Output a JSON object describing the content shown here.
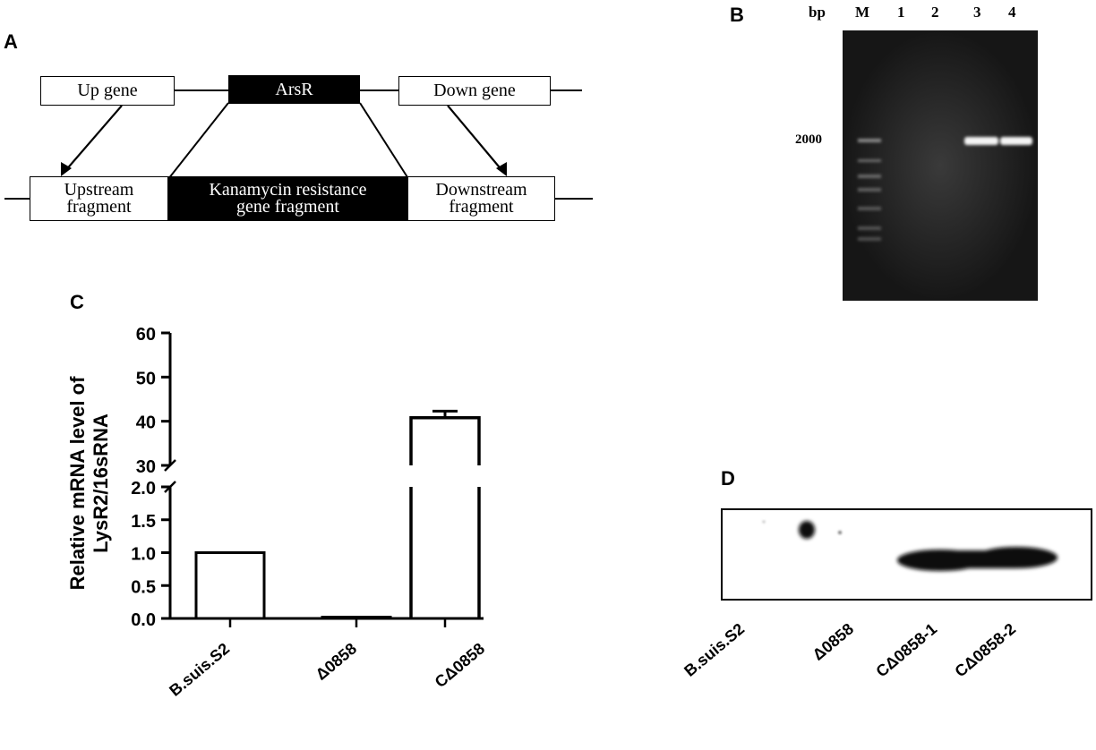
{
  "panels": {
    "a": "A",
    "b": "B",
    "c": "C",
    "d": "D"
  },
  "panel_a": {
    "top_row": [
      "Up gene",
      "ArsR",
      "Down gene"
    ],
    "bottom_row": {
      "upstream": [
        "Upstream",
        "fragment"
      ],
      "kanamycin": [
        "Kanamycin resistance",
        "gene fragment"
      ],
      "downstream": [
        "Downstream",
        "fragment"
      ]
    }
  },
  "panel_b": {
    "bp_label": "bp",
    "lanes": [
      "M",
      "1",
      "2",
      "3",
      "4"
    ],
    "marker_label": "2000"
  },
  "chart_data": {
    "type": "bar",
    "categories": [
      "B.suis.S2",
      "Δ0858",
      "CΔ0858"
    ],
    "values": [
      1.0,
      0.02,
      40.8
    ],
    "errors": [
      0.02,
      0.0,
      1.5
    ],
    "ylabel_lines": [
      "Relative mRNA level of",
      "LysR2/16sRNA"
    ],
    "axis_break": [
      2.0,
      30
    ],
    "lower_ticks": [
      "0.0",
      "0.5",
      "1.0",
      "1.5",
      "2.0"
    ],
    "upper_ticks": [
      "30",
      "40",
      "50",
      "60"
    ],
    "lower_range": [
      0,
      2.0
    ],
    "upper_range": [
      30,
      60
    ],
    "bar_color": "#ffffff",
    "edge_color": "#000000"
  },
  "panel_d": {
    "labels": [
      "B.suis.S2",
      "Δ0858",
      "CΔ0858-1",
      "CΔ0858-2"
    ]
  }
}
